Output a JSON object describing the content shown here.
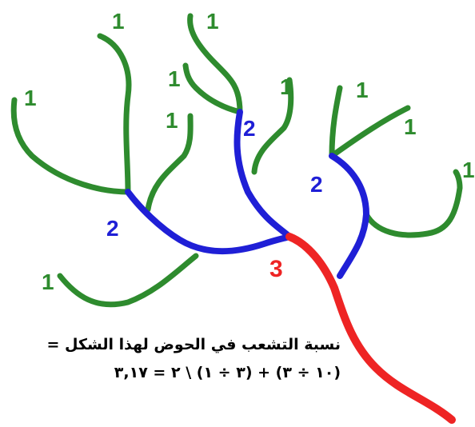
{
  "colors": {
    "order1": "#2e8b2e",
    "order2": "#1f1fd6",
    "order3": "#ee2424",
    "text": "#000000"
  },
  "labels": {
    "order1": "1",
    "order2": "2",
    "order3": "3"
  },
  "caption": {
    "line1": "نسبة التشعب في الحوض لهذا الشكل =",
    "line2": "(١٠ ÷ ٣) + (٣ ÷ ١) \\ ٢ = ٣,١٧"
  }
}
